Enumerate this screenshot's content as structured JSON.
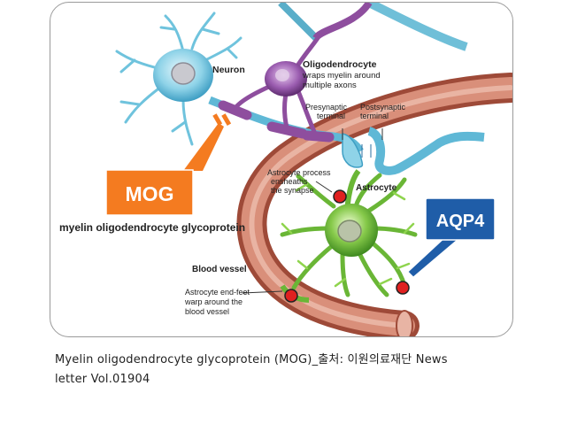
{
  "diagram": {
    "labels": {
      "neuron": "Neuron",
      "oligodendrocyte": "Oligodendrocyte",
      "oligodendrocyte_desc_1": "wraps myelin around",
      "oligodendrocyte_desc_2": "multiple axons",
      "presynaptic_1": "Presynaptic",
      "presynaptic_2": "terminal",
      "postsynaptic_1": "Postsynaptic",
      "postsynaptic_2": "terminal",
      "astro_process_1": "Astrocyte process",
      "astro_process_2": "ensheaths",
      "astro_process_3": "the synapse",
      "astrocyte": "Astrocyte",
      "blood_vessel": "Blood vessel",
      "endfeet_1": "Astrocyte end-feet",
      "endfeet_2": "warp around the",
      "endfeet_3": "blood vessel"
    },
    "mog_badge": "MOG",
    "mog_full": "myelin oligodendrocyte glycoprotein",
    "aqp4_badge": "AQP4",
    "colors": {
      "mog_orange": "#F47B20",
      "aqp4_blue": "#1F5DA8",
      "neuron_blue": "#8FD3E8",
      "oligodendrocyte_purple": "#8E4E9E",
      "astrocyte_green": "#7DC242",
      "vessel_red": "#C96B55",
      "marker_red": "#E02020"
    }
  },
  "caption": {
    "line1": "Myelin oligodendrocyte glycoprotein (MOG)_출처: 이원의료재단 News",
    "line2": "letter Vol.01904"
  }
}
